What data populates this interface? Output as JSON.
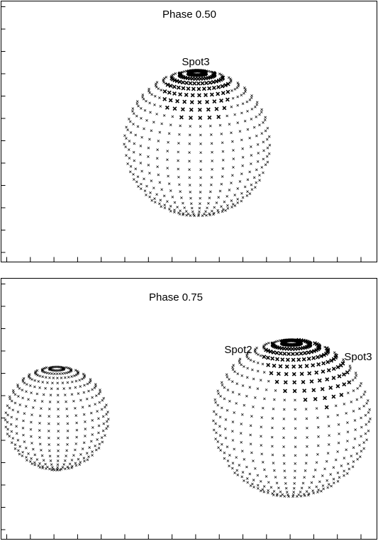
{
  "panels": [
    {
      "title": "Phase 0.50",
      "spots": [
        {
          "label": "Spot3"
        }
      ]
    },
    {
      "title": "Phase 0.75",
      "spots": [
        {
          "label": "Spot2"
        },
        {
          "label": "Spot3"
        }
      ]
    }
  ],
  "colors": {
    "marks": "#000000",
    "frame": "#000000",
    "background": "#ffffff"
  }
}
